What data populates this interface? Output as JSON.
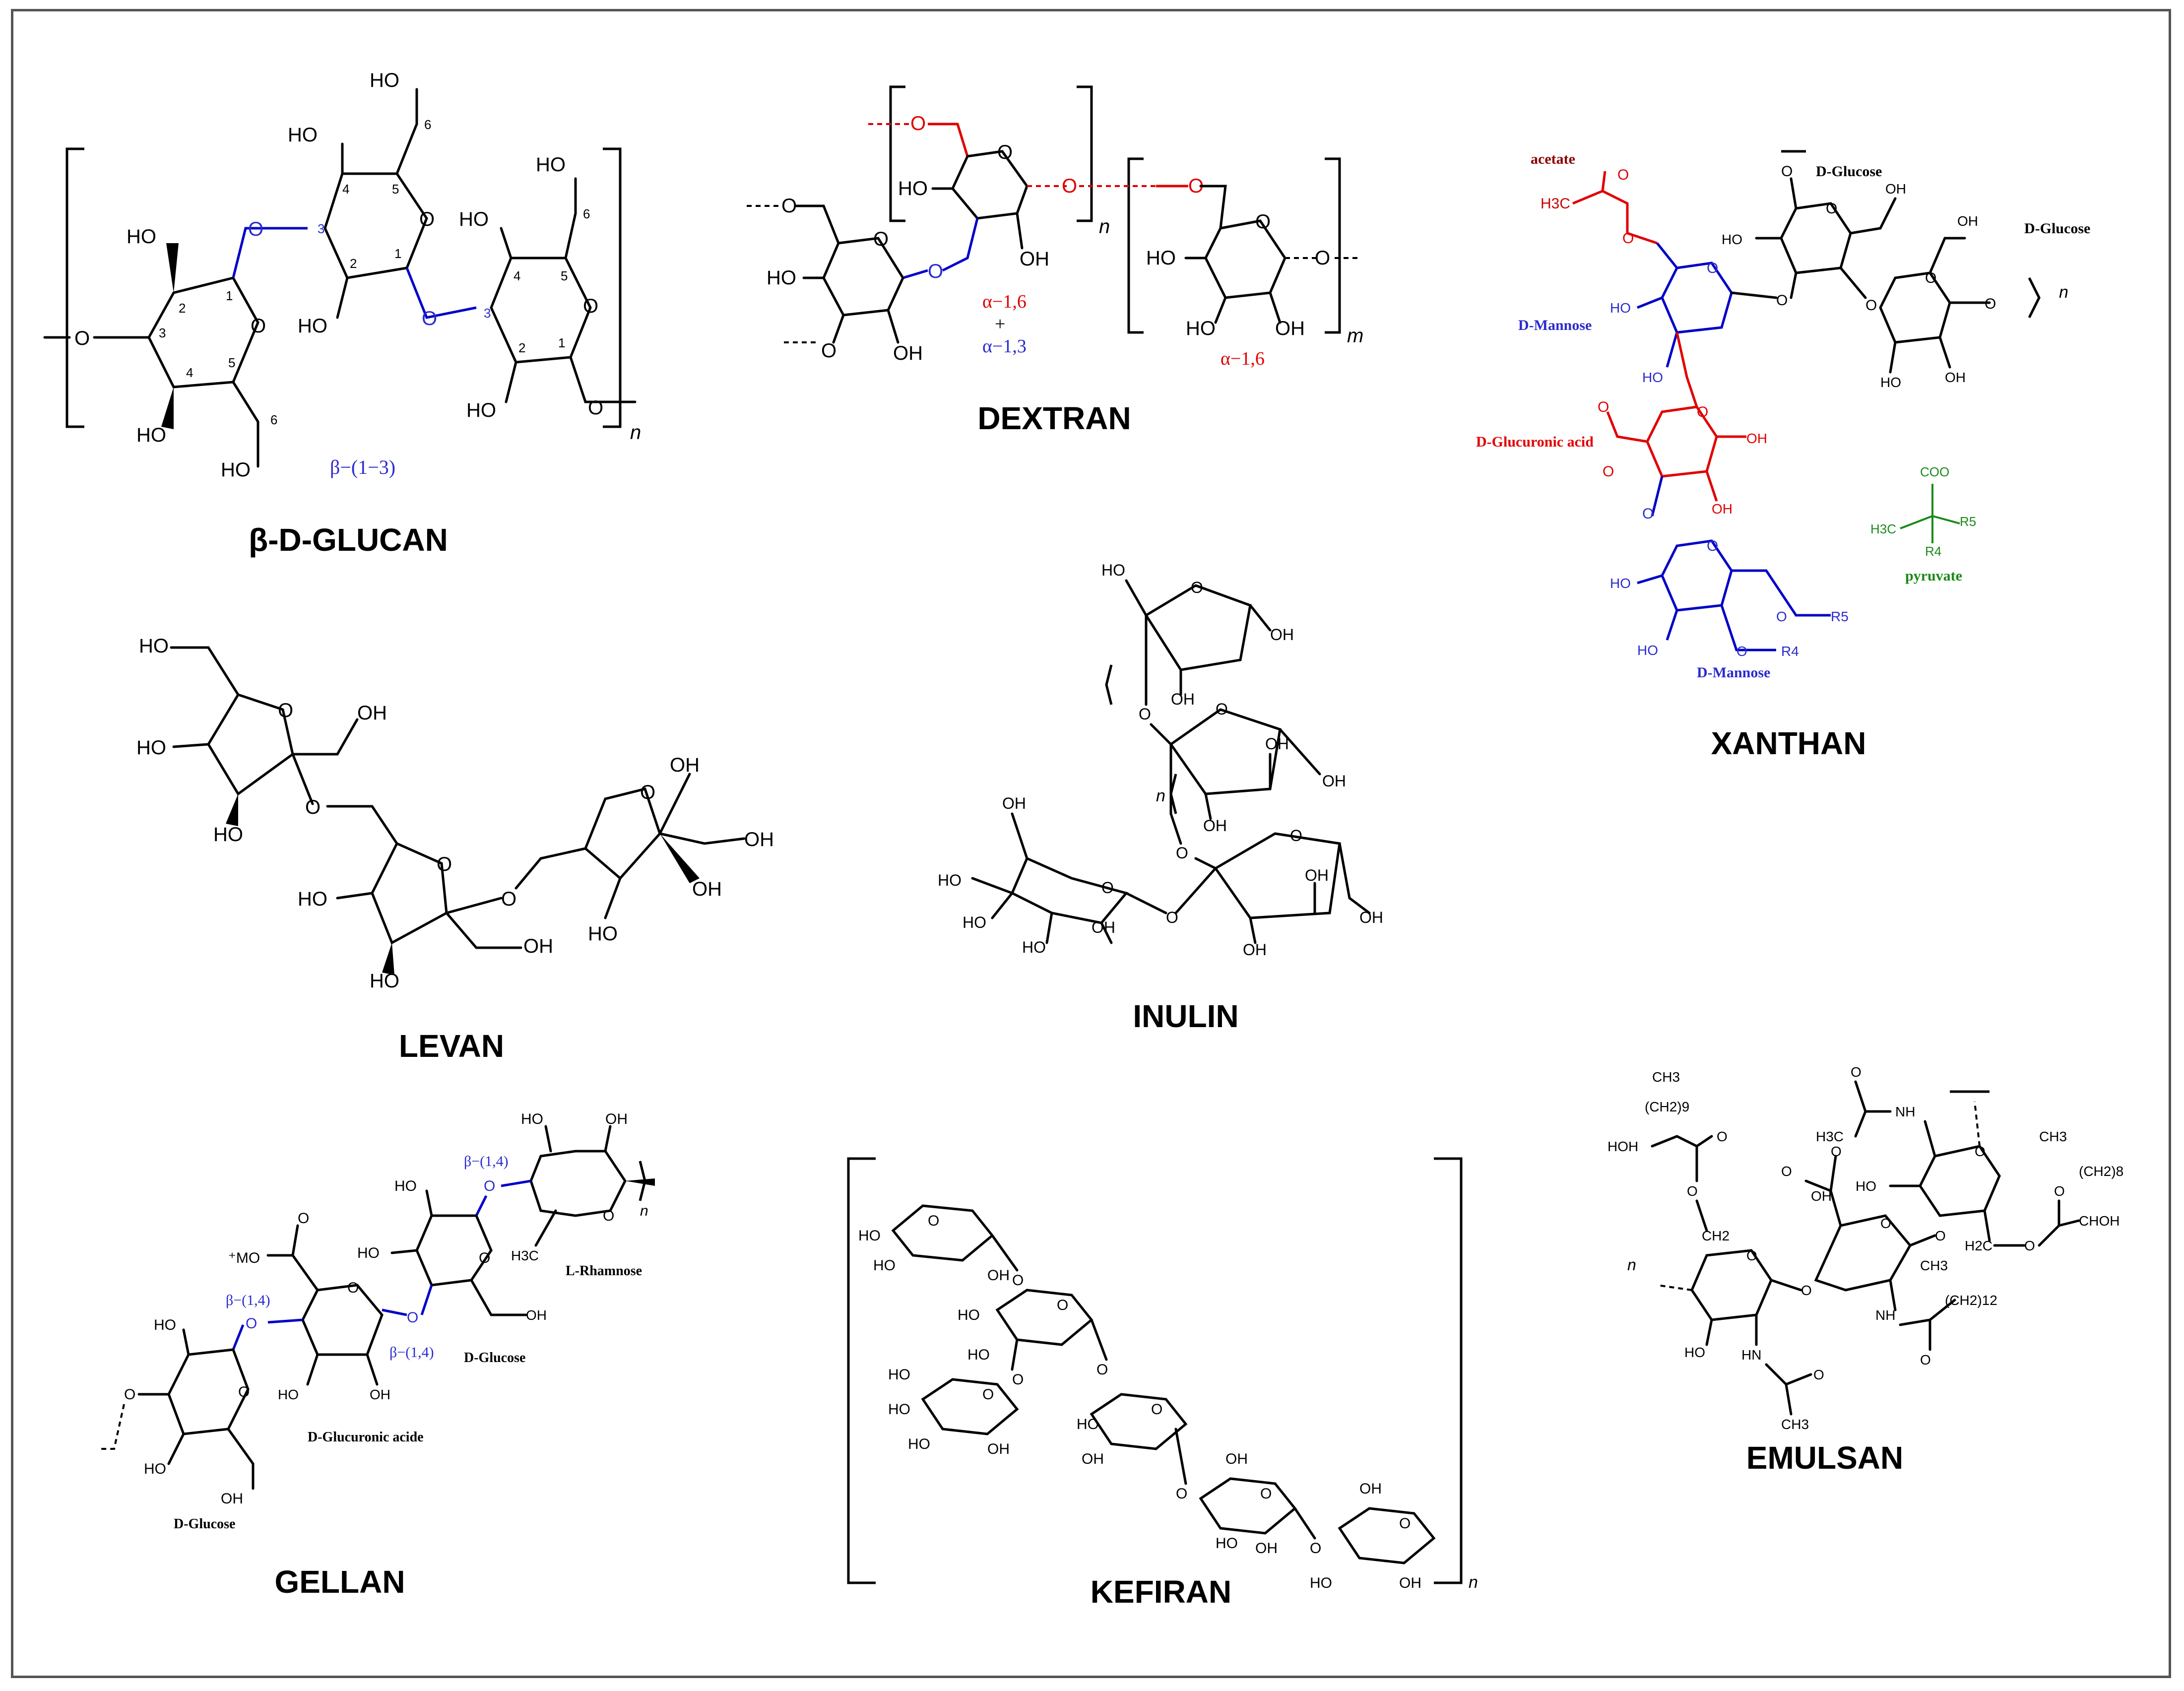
{
  "structures": [
    {
      "name": "β-D-GLUCAN",
      "linkage": "β−(1−3)",
      "repeat": "n"
    },
    {
      "name": "DEXTRAN",
      "linkage_top": "α−1,6",
      "plus": "+",
      "linkage_mid": "α−1,3",
      "linkage_right": "α−1,6",
      "repeat_n": "n",
      "repeat_m": "m"
    },
    {
      "name": "XANTHAN",
      "units": [
        "D-Glucose",
        "D-Glucose",
        "D-Mannose",
        "D-Glucuronic acid",
        "D-Mannose"
      ],
      "acetate": "acetate",
      "pyruvate": "pyruvate",
      "repeat": "n"
    },
    {
      "name": "LEVAN"
    },
    {
      "name": "INULIN",
      "repeat": "n"
    },
    {
      "name": "GELLAN",
      "units": [
        "L-Rhamnose",
        "D-Glucose",
        "D-Glucuronic acide",
        "D-Glucose"
      ],
      "linkages": [
        "β−(1,4)",
        "β−(1,4)",
        "β−(1,4)"
      ],
      "repeat": "n"
    },
    {
      "name": "KEFIRAN",
      "repeat": "n"
    },
    {
      "name": "EMULSAN",
      "repeat": "n"
    }
  ],
  "atoms": {
    "ho": "HO",
    "oh": "OH",
    "o": "O",
    "h3c": "H3C",
    "ch3": "CH3",
    "hoh": "HOH",
    "nh": "NH",
    "hn": "HN",
    "coo": "COO",
    "mo": "⁺MO",
    "r4": "R4",
    "r5": "R5",
    "ch2": "CH2",
    "ch2_9": "(CH2)9",
    "ch2_8": "(CH2)8",
    "ch2_12": "(CH2)12",
    "h2c": "H2C",
    "chohoh": "CHOH"
  }
}
